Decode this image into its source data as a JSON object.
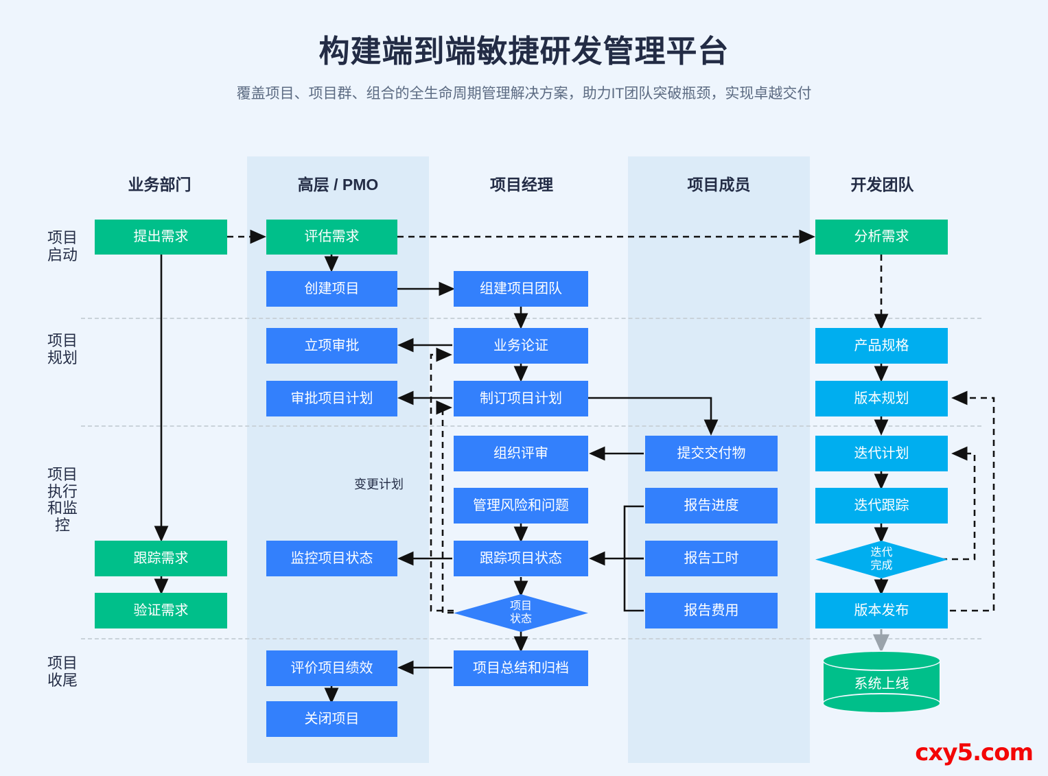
{
  "header": {
    "title": "构建端到端敏捷研发管理平台",
    "subtitle": "覆盖项目、项目群、组合的全生命周期管理解决方案，助力IT团队突破瓶颈，实现卓越交付"
  },
  "watermark": "cxy5.com",
  "colors": {
    "page_background": "#eef5fd",
    "lane_band": "#dcebf8",
    "green": "#00bf8a",
    "blue": "#3380fc",
    "cyan": "#00aeef",
    "title": "#232c45",
    "subtitle": "#5c6b82",
    "divider": "#c9d2d9",
    "watermark": "#f30606"
  },
  "columns": [
    {
      "label": "业务部门",
      "banded": false
    },
    {
      "label": "高层 / PMO",
      "banded": true
    },
    {
      "label": "项目经理",
      "banded": false
    },
    {
      "label": "项目成员",
      "banded": true
    },
    {
      "label": "开发团队",
      "banded": false
    }
  ],
  "phases": [
    {
      "label": "项目启动"
    },
    {
      "label": "项目规划"
    },
    {
      "label": "项目执行和监控"
    },
    {
      "label": "项目收尾"
    }
  ],
  "edge_labels": [
    {
      "text": "变更计划"
    }
  ],
  "nodes": [
    {
      "id": "n1",
      "label": "提出需求",
      "column": "业务部门",
      "phase": "项目启动",
      "color": "green",
      "shape": "rect"
    },
    {
      "id": "n2",
      "label": "评估需求",
      "column": "高层 / PMO",
      "phase": "项目启动",
      "color": "green",
      "shape": "rect"
    },
    {
      "id": "n3",
      "label": "分析需求",
      "column": "开发团队",
      "phase": "项目启动",
      "color": "green",
      "shape": "rect"
    },
    {
      "id": "n4",
      "label": "创建项目",
      "column": "高层 / PMO",
      "phase": "项目启动",
      "color": "blue",
      "shape": "rect"
    },
    {
      "id": "n5",
      "label": "组建项目团队",
      "column": "项目经理",
      "phase": "项目启动",
      "color": "blue",
      "shape": "rect"
    },
    {
      "id": "n6",
      "label": "立项审批",
      "column": "高层 / PMO",
      "phase": "项目规划",
      "color": "blue",
      "shape": "rect"
    },
    {
      "id": "n7",
      "label": "业务论证",
      "column": "项目经理",
      "phase": "项目规划",
      "color": "blue",
      "shape": "rect"
    },
    {
      "id": "n8",
      "label": "产品规格",
      "column": "开发团队",
      "phase": "项目规划",
      "color": "cyan",
      "shape": "rect"
    },
    {
      "id": "n9",
      "label": "审批项目计划",
      "column": "高层 / PMO",
      "phase": "项目规划",
      "color": "blue",
      "shape": "rect"
    },
    {
      "id": "n10",
      "label": "制订项目计划",
      "column": "项目经理",
      "phase": "项目规划",
      "color": "blue",
      "shape": "rect"
    },
    {
      "id": "n11",
      "label": "版本规划",
      "column": "开发团队",
      "phase": "项目规划",
      "color": "cyan",
      "shape": "rect"
    },
    {
      "id": "n12",
      "label": "组织评审",
      "column": "项目经理",
      "phase": "项目执行和监控",
      "color": "blue",
      "shape": "rect"
    },
    {
      "id": "n13",
      "label": "提交交付物",
      "column": "项目成员",
      "phase": "项目执行和监控",
      "color": "blue",
      "shape": "rect"
    },
    {
      "id": "n14",
      "label": "迭代计划",
      "column": "开发团队",
      "phase": "项目执行和监控",
      "color": "cyan",
      "shape": "rect"
    },
    {
      "id": "n15",
      "label": "管理风险和问题",
      "column": "项目经理",
      "phase": "项目执行和监控",
      "color": "blue",
      "shape": "rect"
    },
    {
      "id": "n16",
      "label": "报告进度",
      "column": "项目成员",
      "phase": "项目执行和监控",
      "color": "blue",
      "shape": "rect"
    },
    {
      "id": "n17",
      "label": "迭代跟踪",
      "column": "开发团队",
      "phase": "项目执行和监控",
      "color": "cyan",
      "shape": "rect"
    },
    {
      "id": "n18",
      "label": "监控项目状态",
      "column": "高层 / PMO",
      "phase": "项目执行和监控",
      "color": "blue",
      "shape": "rect"
    },
    {
      "id": "n19",
      "label": "跟踪项目状态",
      "column": "项目经理",
      "phase": "项目执行和监控",
      "color": "blue",
      "shape": "rect"
    },
    {
      "id": "n20",
      "label": "报告工时",
      "column": "项目成员",
      "phase": "项目执行和监控",
      "color": "blue",
      "shape": "rect"
    },
    {
      "id": "n21",
      "label": "跟踪需求",
      "column": "业务部门",
      "phase": "项目执行和监控",
      "color": "green",
      "shape": "rect"
    },
    {
      "id": "n22",
      "label": "迭代完成",
      "column": "开发团队",
      "phase": "项目执行和监控",
      "color": "cyan",
      "shape": "diamond"
    },
    {
      "id": "n23",
      "label": "验证需求",
      "column": "业务部门",
      "phase": "项目执行和监控",
      "color": "green",
      "shape": "rect"
    },
    {
      "id": "n24",
      "label": "项目状态",
      "column": "项目经理",
      "phase": "项目执行和监控",
      "color": "blue",
      "shape": "diamond"
    },
    {
      "id": "n25",
      "label": "报告费用",
      "column": "项目成员",
      "phase": "项目执行和监控",
      "color": "blue",
      "shape": "rect"
    },
    {
      "id": "n26",
      "label": "版本发布",
      "column": "开发团队",
      "phase": "项目执行和监控",
      "color": "cyan",
      "shape": "rect"
    },
    {
      "id": "n27",
      "label": "评价项目绩效",
      "column": "高层 / PMO",
      "phase": "项目收尾",
      "color": "blue",
      "shape": "rect"
    },
    {
      "id": "n28",
      "label": "项目总结和归档",
      "column": "项目经理",
      "phase": "项目收尾",
      "color": "blue",
      "shape": "rect"
    },
    {
      "id": "n29",
      "label": "系统上线",
      "column": "开发团队",
      "phase": "项目收尾",
      "color": "green",
      "shape": "cylinder"
    },
    {
      "id": "n30",
      "label": "关闭项目",
      "column": "高层 / PMO",
      "phase": "项目收尾",
      "color": "blue",
      "shape": "rect"
    }
  ],
  "edges": [
    {
      "from": "提出需求",
      "to": "评估需求",
      "style": "dashed"
    },
    {
      "from": "评估需求",
      "to": "分析需求",
      "style": "dashed"
    },
    {
      "from": "评估需求",
      "to": "创建项目",
      "style": "solid"
    },
    {
      "from": "创建项目",
      "to": "组建项目团队",
      "style": "solid"
    },
    {
      "from": "组建项目团队",
      "to": "业务论证",
      "style": "solid"
    },
    {
      "from": "业务论证",
      "to": "立项审批",
      "style": "solid"
    },
    {
      "from": "业务论证",
      "to": "制订项目计划",
      "style": "solid"
    },
    {
      "from": "制订项目计划",
      "to": "审批项目计划",
      "style": "solid"
    },
    {
      "from": "制订项目计划",
      "to": "提交交付物",
      "style": "solid"
    },
    {
      "from": "提交交付物",
      "to": "组织评审",
      "style": "solid"
    },
    {
      "from": "管理风险和问题",
      "to": "跟踪项目状态",
      "style": "solid"
    },
    {
      "from": "跟踪项目状态",
      "to": "监控项目状态",
      "style": "solid"
    },
    {
      "from": "报告进度",
      "to": "跟踪项目状态",
      "style": "solid"
    },
    {
      "from": "报告工时",
      "to": "跟踪项目状态",
      "style": "solid"
    },
    {
      "from": "报告费用",
      "to": "跟踪项目状态",
      "style": "solid"
    },
    {
      "from": "跟踪项目状态",
      "to": "项目状态",
      "style": "solid"
    },
    {
      "from": "项目状态",
      "to": "业务论证",
      "style": "dashed",
      "label": "变更计划"
    },
    {
      "from": "项目状态",
      "to": "制订项目计划",
      "style": "dashed",
      "label": "变更计划"
    },
    {
      "from": "项目状态",
      "to": "项目总结和归档",
      "style": "solid"
    },
    {
      "from": "项目总结和归档",
      "to": "评价项目绩效",
      "style": "solid"
    },
    {
      "from": "评价项目绩效",
      "to": "关闭项目",
      "style": "solid"
    },
    {
      "from": "提出需求",
      "to": "跟踪需求",
      "style": "solid"
    },
    {
      "from": "跟踪需求",
      "to": "验证需求",
      "style": "solid"
    },
    {
      "from": "分析需求",
      "to": "产品规格",
      "style": "dashed"
    },
    {
      "from": "产品规格",
      "to": "版本规划",
      "style": "solid"
    },
    {
      "from": "版本规划",
      "to": "迭代计划",
      "style": "solid"
    },
    {
      "from": "迭代计划",
      "to": "迭代跟踪",
      "style": "solid"
    },
    {
      "from": "迭代跟踪",
      "to": "迭代完成",
      "style": "solid"
    },
    {
      "from": "迭代完成",
      "to": "迭代计划",
      "style": "dashed"
    },
    {
      "from": "迭代完成",
      "to": "版本发布",
      "style": "solid"
    },
    {
      "from": "版本发布",
      "to": "版本规划",
      "style": "dashed"
    },
    {
      "from": "版本发布",
      "to": "系统上线",
      "style": "solid"
    }
  ]
}
